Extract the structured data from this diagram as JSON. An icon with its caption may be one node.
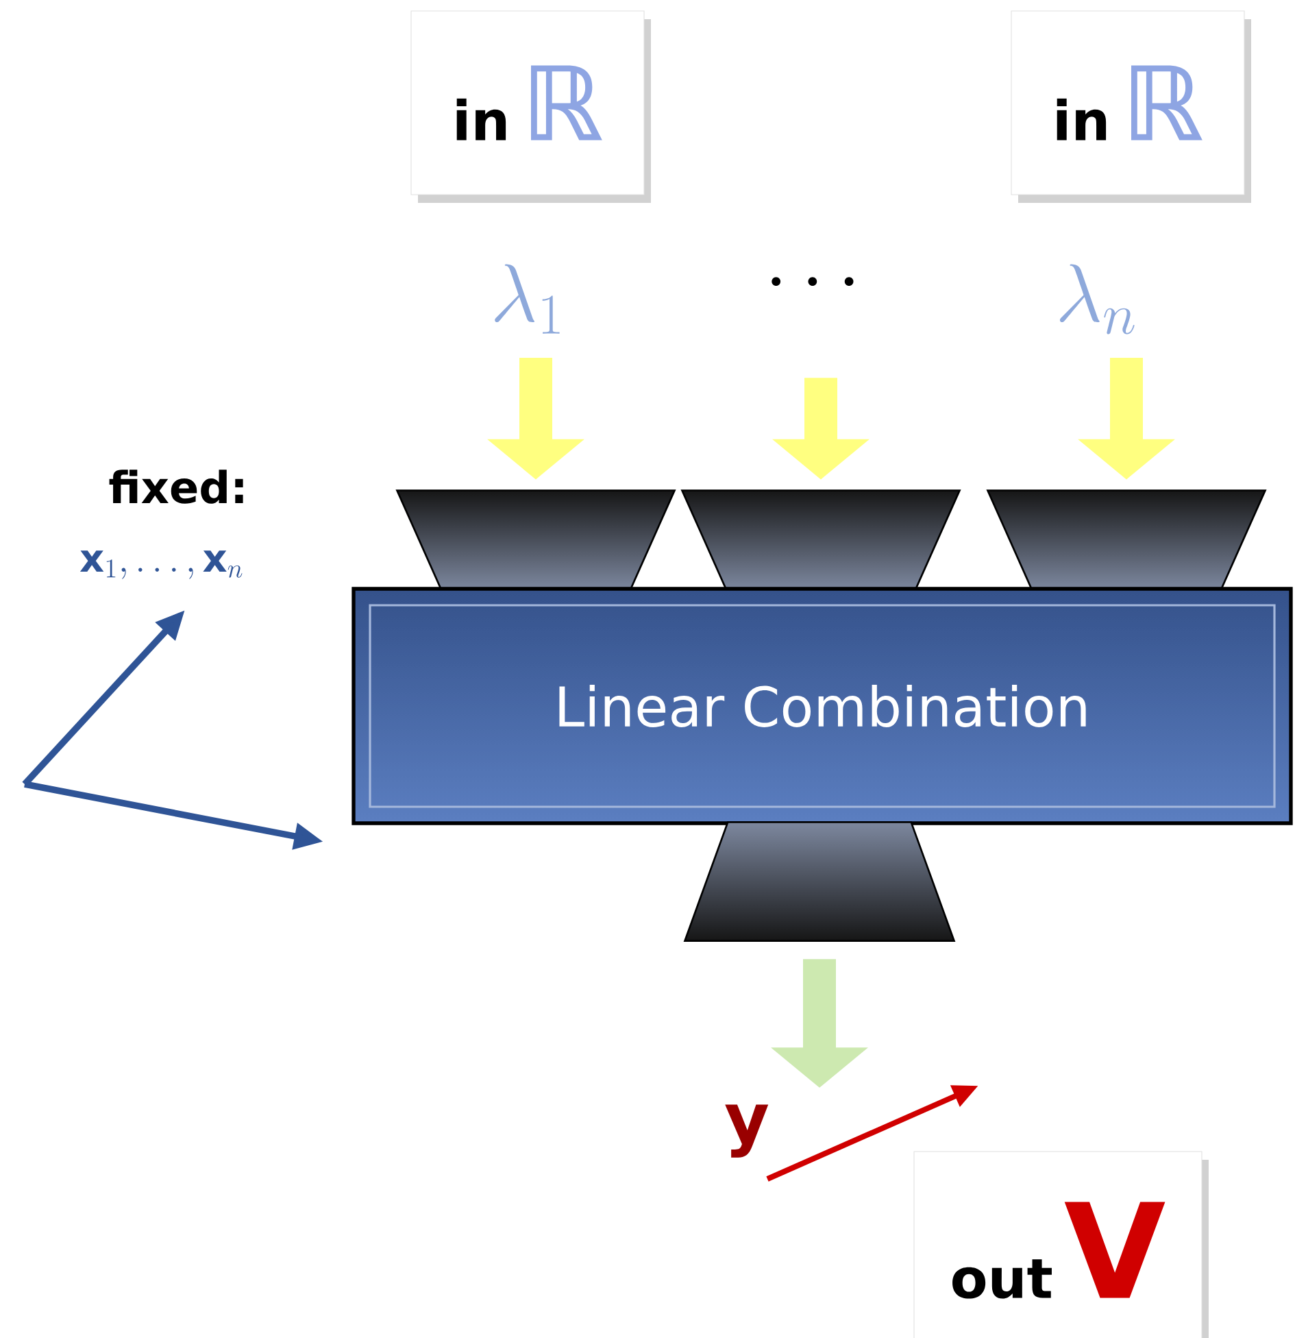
{
  "diagram": {
    "nodes": [
      {
        "text": [
          "in",
          "ℝ"
        ]
      },
      {
        "text": [
          "in",
          "ℝ"
        ]
      },
      {
        "text": [
          "\\lambda_1"
        ]
      },
      {
        "text": [
          "\\cdots"
        ]
      },
      {
        "text": [
          "\\lambda_n"
        ]
      },
      {
        "text": [],
        "shape": "trapezoid"
      },
      {
        "text": [],
        "shape": "trapezoid"
      },
      {
        "text": [],
        "shape": "trapezoid"
      },
      {
        "text": [
          "Linear Combination"
        ]
      },
      {
        "text": [],
        "shape": "trapezoid"
      },
      {
        "text": [
          "\\mathbf{y}"
        ]
      },
      {
        "text": [
          "out",
          "V"
        ]
      }
    ],
    "edges": [
      {
        "from": 2,
        "to": 5,
        "arrow": "to"
      },
      {
        "from": 3,
        "to": 6,
        "arrow": "to"
      },
      {
        "from": 4,
        "to": 7,
        "arrow": "to"
      },
      {
        "from": 9,
        "to": 10,
        "arrow": "to",
        "color": "#cde9b0"
      }
    ],
    "labels": [
      "fixed:",
      "\\mathbf{x}_1,\\dots,\\mathbf{x}_n"
    ]
  }
}
